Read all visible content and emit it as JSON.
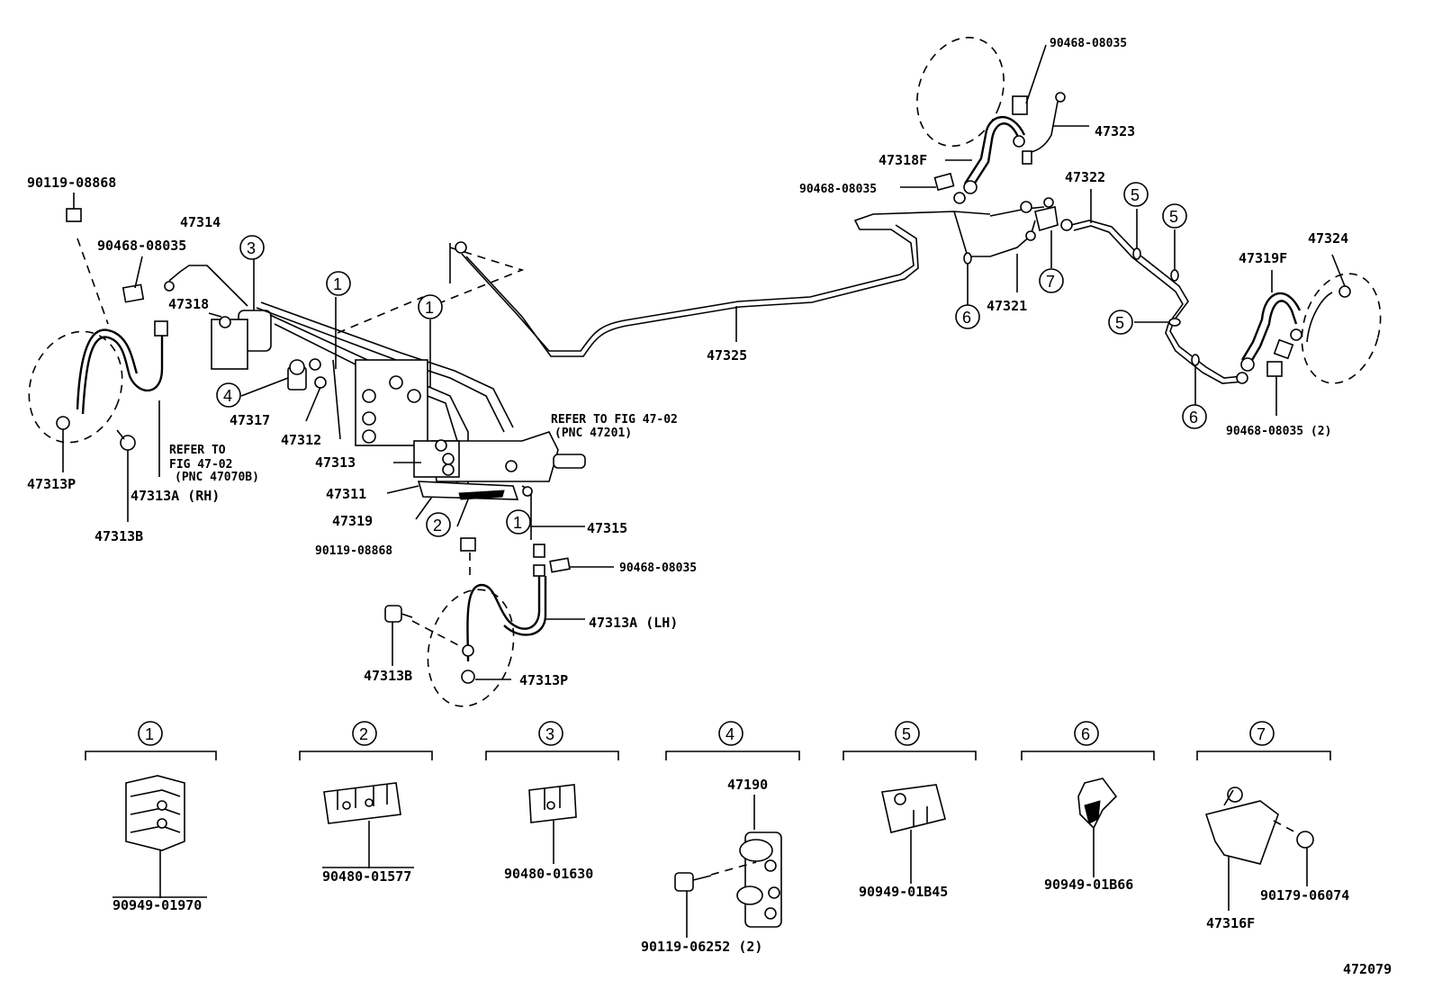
{
  "labels": {
    "p90119_08868_a": "90119-08868",
    "p90468_08035_a": "90468-08035",
    "p47314": "47314",
    "p47318": "47318",
    "p47313p_a": "47313P",
    "p47313a_rh": "47313A (RH)",
    "p47313b_a": "47313B",
    "refer_a_1": "REFER TO",
    "refer_a_2": "FIG 47-02",
    "refer_a_3": "(PNC 47070B)",
    "p47317": "47317",
    "p47312": "47312",
    "p47313": "47313",
    "p47311": "47311",
    "p47319": "47319",
    "refer_b_1": "REFER TO FIG 47-02",
    "refer_b_2": "(PNC 47201)",
    "p47315": "47315",
    "p90119_08868_b": "90119-08868",
    "p90468_08035_b": "90468-08035",
    "p47313a_lh": "47313A (LH)",
    "p47313b_b": "47313B",
    "p47313p_b": "47313P",
    "p47325": "47325",
    "p90468_08035_c": "90468-08035",
    "p47323": "47323",
    "p47318f": "47318F",
    "p90468_08035_d": "90468-08035",
    "p47322": "47322",
    "p47321": "47321",
    "p47324": "47324",
    "p47319f": "47319F",
    "p90468_08035_e": "90468-08035 (2)",
    "inset1_part": "90949-01970",
    "inset2_part": "90480-01577",
    "inset3_part": "90480-01630",
    "inset4_top": "47190",
    "inset4_part": "90119-06252 (2)",
    "inset5_part": "90949-01B45",
    "inset6_part": "90949-01B66",
    "inset7_part_a": "90179-06074",
    "inset7_part_b": "47316F",
    "figure_no": "472079"
  },
  "callouts": {
    "c1": "1",
    "c2": "2",
    "c3": "3",
    "c4": "4",
    "c5": "5",
    "c6": "6",
    "c7": "7"
  }
}
